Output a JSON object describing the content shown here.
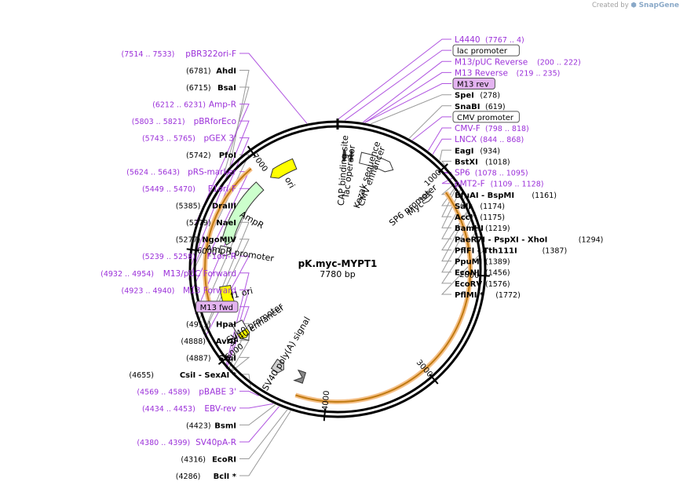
{
  "credit": {
    "prefix": "Created by",
    "brand": "SnapGene"
  },
  "plasmid": {
    "name": "pK.myc-MYPT1",
    "length_label": "7780 bp",
    "length": 7780
  },
  "ticks": [
    {
      "bp": 1000,
      "label": "1000"
    },
    {
      "bp": 2000,
      "label": "2000"
    },
    {
      "bp": 3000,
      "label": "3000"
    },
    {
      "bp": 4000,
      "label": "4000"
    },
    {
      "bp": 5000,
      "label": "5000"
    },
    {
      "bp": 6000,
      "label": "6000"
    },
    {
      "bp": 7000,
      "label": "7000"
    }
  ],
  "right_labels": [
    {
      "kind": "prim",
      "text": "L4440",
      "pos": "(7767 .. 4)",
      "bp": 7775
    },
    {
      "kind": "box",
      "text": "lac promoter",
      "bp": 60
    },
    {
      "kind": "prim",
      "text": "M13/pUC Reverse",
      "pos": "(200 .. 222)",
      "bp": 211
    },
    {
      "kind": "prim",
      "text": "M13 Reverse",
      "pos": "(219 .. 235)",
      "bp": 227
    },
    {
      "kind": "boxprim",
      "text": "M13 rev",
      "bp": 227
    },
    {
      "kind": "enz",
      "text": "SpeI",
      "pos": "(278)",
      "bp": 278
    },
    {
      "kind": "enz",
      "text": "SnaBI",
      "pos": "(619)",
      "bp": 619
    },
    {
      "kind": "box",
      "text": "CMV promoter",
      "bp": 650
    },
    {
      "kind": "prim",
      "text": "CMV-F",
      "pos": "(798 .. 818)",
      "bp": 808
    },
    {
      "kind": "prim",
      "text": "LNCX",
      "pos": "(844 .. 868)",
      "bp": 856
    },
    {
      "kind": "enz",
      "text": "EagI",
      "pos": "(934)",
      "bp": 934
    },
    {
      "kind": "enz",
      "text": "BstXI",
      "pos": "(1018)",
      "bp": 1018
    },
    {
      "kind": "prim",
      "text": "SP6",
      "pos": "(1078 .. 1095)",
      "bp": 1086
    },
    {
      "kind": "prim",
      "text": "pMT2-F",
      "pos": "(1109 .. 1128)",
      "bp": 1118
    },
    {
      "kind": "enz",
      "text": "BfuAI  - BspMI",
      "pos": "(1161)",
      "bp": 1161
    },
    {
      "kind": "enz",
      "text": "SalI",
      "pos": "(1174)",
      "bp": 1174
    },
    {
      "kind": "enz",
      "text": "AccI",
      "pos": "(1175)",
      "bp": 1175
    },
    {
      "kind": "enz",
      "text": "BamHI",
      "pos": "(1219)",
      "bp": 1219
    },
    {
      "kind": "enz",
      "text": "PaeR7I  - PspXI  - XhoI",
      "pos": "(1294)",
      "bp": 1294
    },
    {
      "kind": "enz",
      "text": "PflFI  - Tth111I",
      "pos": "(1387)",
      "bp": 1387
    },
    {
      "kind": "enz",
      "text": "PpuMI",
      "pos": "(1389)",
      "bp": 1389
    },
    {
      "kind": "enz",
      "text": "EcoNI",
      "pos": "(1456)",
      "bp": 1456
    },
    {
      "kind": "enz",
      "text": "EcoRV",
      "pos": "(1576)",
      "bp": 1576
    },
    {
      "kind": "enz",
      "text": "PflMI *",
      "pos": "(1772)",
      "bp": 1772
    }
  ],
  "left_labels": [
    {
      "kind": "prim",
      "text": "pBR322ori-F",
      "pos": "(7514 .. 7533)",
      "bp": 7523
    },
    {
      "kind": "enz",
      "text": "AhdI",
      "pos": "(6781)",
      "bp": 6781
    },
    {
      "kind": "enz",
      "text": "BsaI",
      "pos": "(6715)",
      "bp": 6715
    },
    {
      "kind": "prim",
      "text": "Amp-R",
      "pos": "(6212 .. 6231)",
      "bp": 6221
    },
    {
      "kind": "prim",
      "text": "pBRforEco",
      "pos": "(5803 .. 5821)",
      "bp": 5812
    },
    {
      "kind": "prim",
      "text": "pGEX 3'",
      "pos": "(5743 .. 5765)",
      "bp": 5754
    },
    {
      "kind": "enz",
      "text": "PfoI",
      "pos": "(5742)",
      "bp": 5742
    },
    {
      "kind": "prim",
      "text": "pRS-marker",
      "pos": "(5624 .. 5643)",
      "bp": 5633
    },
    {
      "kind": "prim",
      "text": "F1ori-F",
      "pos": "(5449 .. 5470)",
      "bp": 5459
    },
    {
      "kind": "enz",
      "text": "DraIII",
      "pos": "(5385)",
      "bp": 5385
    },
    {
      "kind": "enz",
      "text": "NaeI",
      "pos": "(5279)",
      "bp": 5279
    },
    {
      "kind": "enz",
      "text": "NgoMIV",
      "pos": "(5277)",
      "bp": 5277
    },
    {
      "kind": "prim",
      "text": "F1ori-R",
      "pos": "(5239 .. 5258)",
      "bp": 5248
    },
    {
      "kind": "prim",
      "text": "M13/pUC Forward",
      "pos": "(4932 .. 4954)",
      "bp": 4943
    },
    {
      "kind": "prim",
      "text": "M13 Forward",
      "pos": "(4923 .. 4940)",
      "bp": 4931
    },
    {
      "kind": "boxprim",
      "text": "M13 fwd",
      "bp": 4931
    },
    {
      "kind": "enz",
      "text": "HpaI",
      "pos": "(4911)",
      "bp": 4911
    },
    {
      "kind": "enz",
      "text": "AvrII",
      "pos": "(4888)",
      "bp": 4888
    },
    {
      "kind": "enz",
      "text": "StuI",
      "pos": "(4887)",
      "bp": 4887
    },
    {
      "kind": "enz",
      "text": "CsiI  - SexAI *",
      "pos": "(4655)",
      "bp": 4655
    },
    {
      "kind": "prim",
      "text": "pBABE 3'",
      "pos": "(4569 .. 4589)",
      "bp": 4579
    },
    {
      "kind": "prim",
      "text": "EBV-rev",
      "pos": "(4434 .. 4453)",
      "bp": 4443
    },
    {
      "kind": "enz",
      "text": "BsmI",
      "pos": "(4423)",
      "bp": 4423
    },
    {
      "kind": "prim",
      "text": "SV40pA-R",
      "pos": "(4380 .. 4399)",
      "bp": 4389
    },
    {
      "kind": "enz",
      "text": "EcoRI",
      "pos": "(4316)",
      "bp": 4316
    },
    {
      "kind": "enz",
      "text": "BclI *",
      "pos": "(4286)",
      "bp": 4286
    }
  ],
  "features": [
    {
      "name": "ori",
      "type": "ori",
      "start": 7300,
      "end": 7000,
      "dir": -1,
      "color": "#ffff00"
    },
    {
      "name": "AmpR",
      "type": "cds",
      "start": 6850,
      "end": 6100,
      "dir": -1,
      "color": "#ccffcc"
    },
    {
      "name": "AmpR promoter",
      "type": "promoter",
      "start": 6080,
      "end": 5980,
      "dir": -1,
      "color": "#ffffff"
    },
    {
      "name": "f1 ori",
      "type": "ori",
      "start": 5650,
      "end": 5400,
      "dir": -1,
      "color": "#ffff00"
    },
    {
      "name": "SV40 promoter",
      "type": "promoter",
      "start": 5230,
      "end": 5000,
      "dir": -1,
      "color": "#ffffff"
    },
    {
      "name": "SV40 poly(A) signal",
      "type": "polya",
      "start": 4620,
      "end": 4500,
      "dir": -1,
      "color": "#d0d0d0"
    },
    {
      "name": "SV40 enhancer",
      "type": "misc",
      "start": 5120,
      "end": 5040,
      "dir": -1,
      "color": "#ffff00"
    },
    {
      "name": "CAP binding site",
      "type": "misc",
      "start": 60,
      "end": 90,
      "dir": 1,
      "color": "#333333"
    },
    {
      "name": "lac operator",
      "type": "misc",
      "start": 140,
      "end": 160,
      "dir": 1,
      "color": "#333333"
    },
    {
      "name": "CMV enhancer",
      "type": "enhancer",
      "start": 250,
      "end": 630,
      "dir": 1,
      "color": "#ffffff"
    },
    {
      "name": "SP6 promoter",
      "type": "promoter",
      "start": 1070,
      "end": 1090,
      "dir": 1,
      "color": "#ffffff"
    },
    {
      "name": "Myc",
      "type": "tag",
      "start": 1110,
      "end": 1150,
      "dir": 1,
      "color": "#ffffff"
    },
    {
      "name": "Kozak sequence",
      "type": "misc",
      "start": 4260,
      "end": 4280,
      "dir": -1,
      "color": "#888888"
    }
  ],
  "orf_arcs": [
    {
      "name": "orf-left",
      "start": 5480,
      "end": 6900
    },
    {
      "name": "orf-right",
      "start": 1180,
      "end": 4290
    }
  ]
}
